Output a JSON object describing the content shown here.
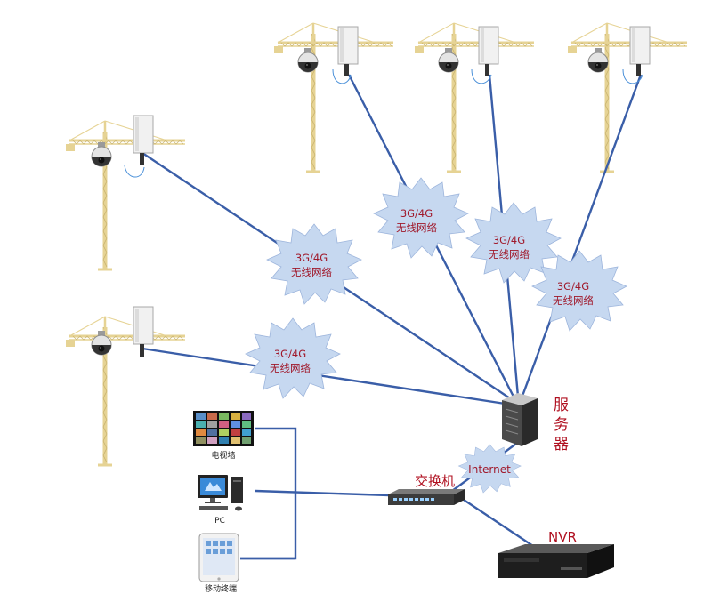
{
  "network": {
    "wireless_label_line1": "3G/4G",
    "wireless_label_line2": "无线网络",
    "internet_label": "Internet",
    "server_label_chars": [
      "服",
      "务",
      "器"
    ],
    "switch_label": "交换机",
    "nvr_label": "NVR",
    "devices": {
      "tv_wall": "电视墙",
      "pc": "PC",
      "mobile": "移动终端"
    }
  },
  "colors": {
    "link": "#3a5ea8",
    "burst_fill": "#c6d8f0",
    "burst_text": "#a0182a",
    "crane": "#e9d79a",
    "label_red": "#b01020"
  }
}
